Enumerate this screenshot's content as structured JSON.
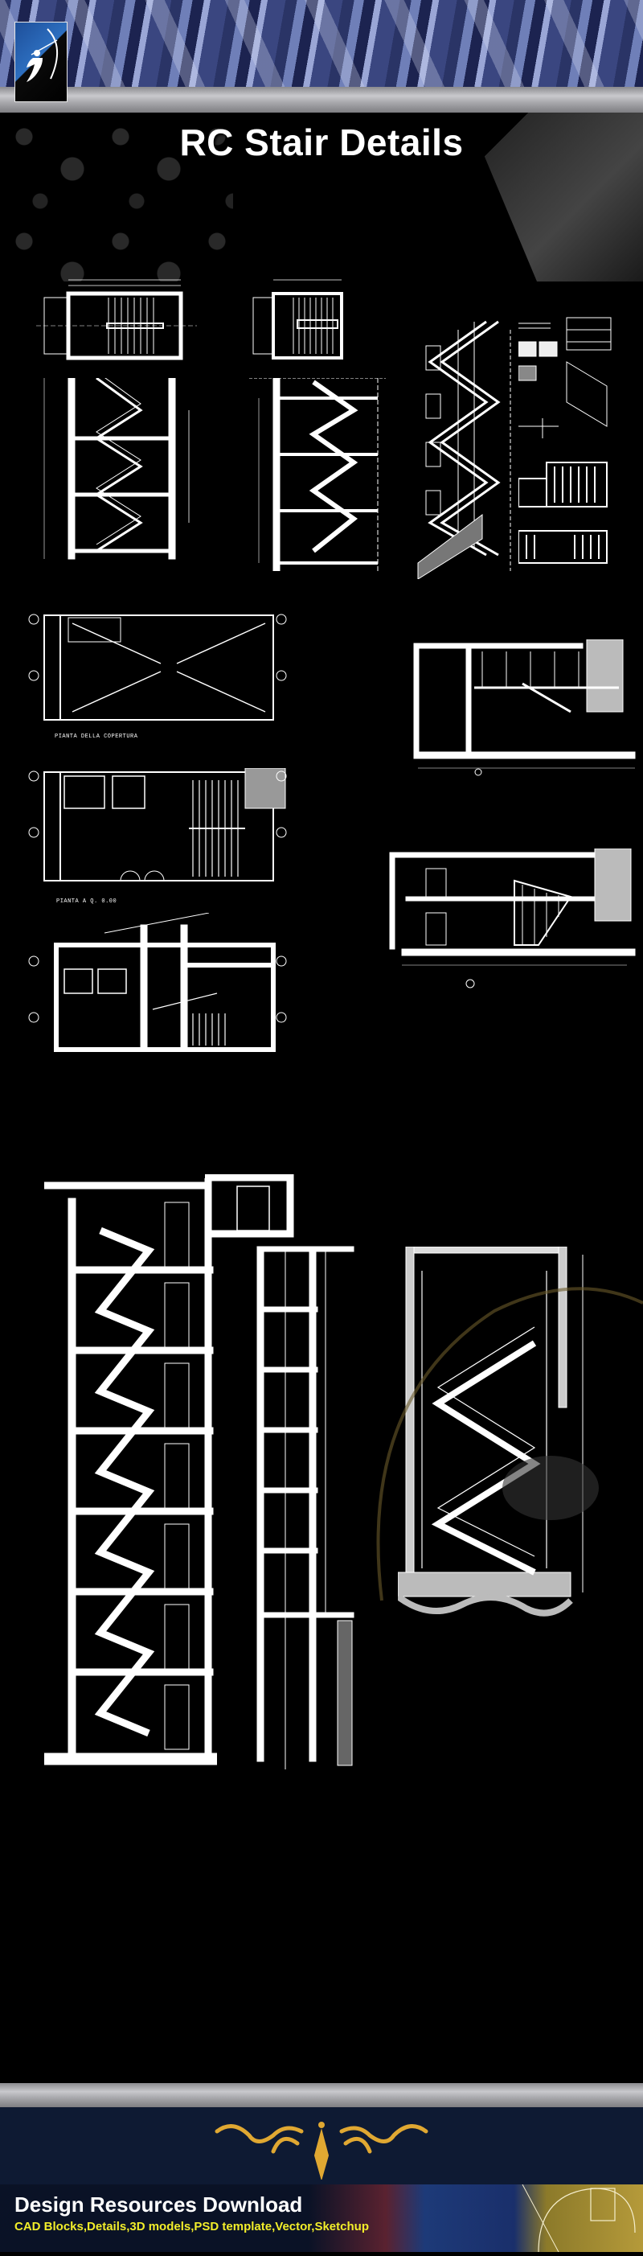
{
  "header": {
    "logo": "archer-logo-icon",
    "title": "RC Stair Details"
  },
  "drawings": {
    "captions": {
      "roof_plan": "PIANTA DELLA COPERTURA",
      "ground_plan": "PIANTA A Q. 0.00"
    },
    "items": [
      {
        "id": "stair-plan-1",
        "type": "plan"
      },
      {
        "id": "stair-section-1",
        "type": "section"
      },
      {
        "id": "stair-plan-2",
        "type": "plan"
      },
      {
        "id": "stair-section-2",
        "type": "section"
      },
      {
        "id": "steel-stair-isometric",
        "type": "isometric"
      },
      {
        "id": "railing-details",
        "type": "detail"
      },
      {
        "id": "roof-plan",
        "type": "plan"
      },
      {
        "id": "building-section-b",
        "type": "section"
      },
      {
        "id": "ground-floor-plan",
        "type": "plan"
      },
      {
        "id": "building-section-a",
        "type": "section"
      },
      {
        "id": "first-floor-plan",
        "type": "plan"
      },
      {
        "id": "multi-storey-stair-section",
        "type": "section"
      },
      {
        "id": "elevator-shaft-section",
        "type": "section"
      },
      {
        "id": "three-flight-stair-section",
        "type": "section"
      }
    ]
  },
  "footer": {
    "ornament": "gold-ornament-icon",
    "title": "Design Resources Download",
    "subtitle": "CAD Blocks,Details,3D models,PSD template,Vector,Sketchup"
  },
  "colors": {
    "background": "#000000",
    "title": "#ffffff",
    "subtitle": "#f2ee2a",
    "footer_bg": "#0a1226",
    "ornament_gold": "#e0a832"
  }
}
